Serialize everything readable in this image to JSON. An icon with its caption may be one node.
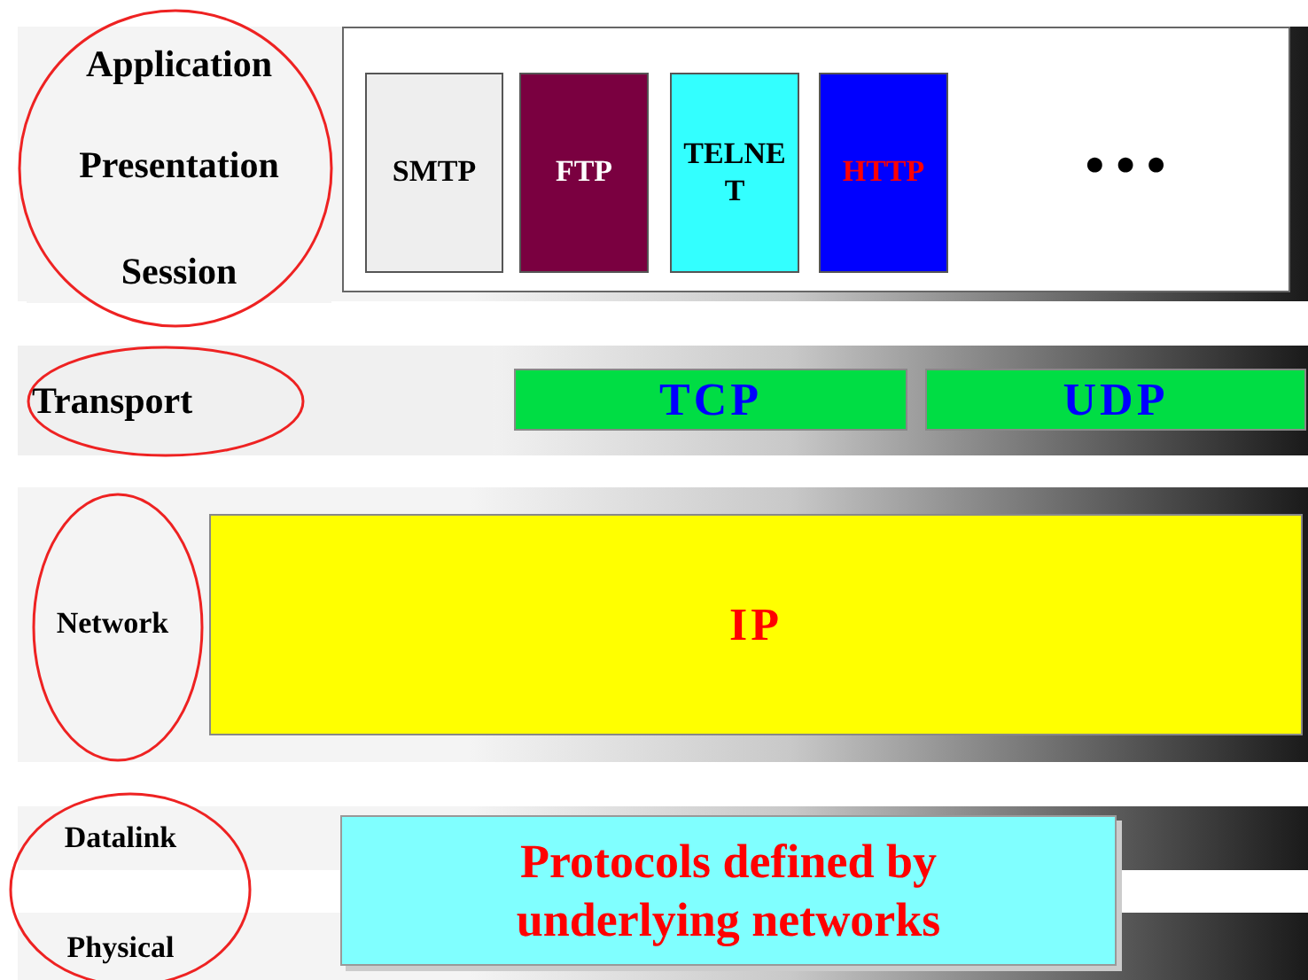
{
  "diagram": {
    "nodes": [
      {
        "text": [
          "Application"
        ]
      },
      {
        "text": [
          "Presentation"
        ]
      },
      {
        "text": [
          "Session"
        ]
      },
      {
        "text": [],
        "shape": "box"
      },
      {
        "text": [
          "SMTP"
        ],
        "in": 3
      },
      {
        "text": [
          "FTP"
        ],
        "in": 3
      },
      {
        "text": [
          "TELNET"
        ],
        "in": 3
      },
      {
        "text": [
          "HTTP"
        ],
        "in": 3
      },
      {
        "text": [
          "Transport"
        ]
      },
      {
        "text": [
          "TCP"
        ]
      },
      {
        "text": [
          "UDP"
        ]
      },
      {
        "text": [
          "Network"
        ]
      },
      {
        "text": [
          "IP"
        ]
      },
      {
        "text": [
          "Datalink"
        ]
      },
      {
        "text": [
          "Physical"
        ]
      },
      {
        "text": [
          "Protocols defined by underlying networks"
        ]
      }
    ],
    "labels": [
      "•••"
    ]
  }
}
